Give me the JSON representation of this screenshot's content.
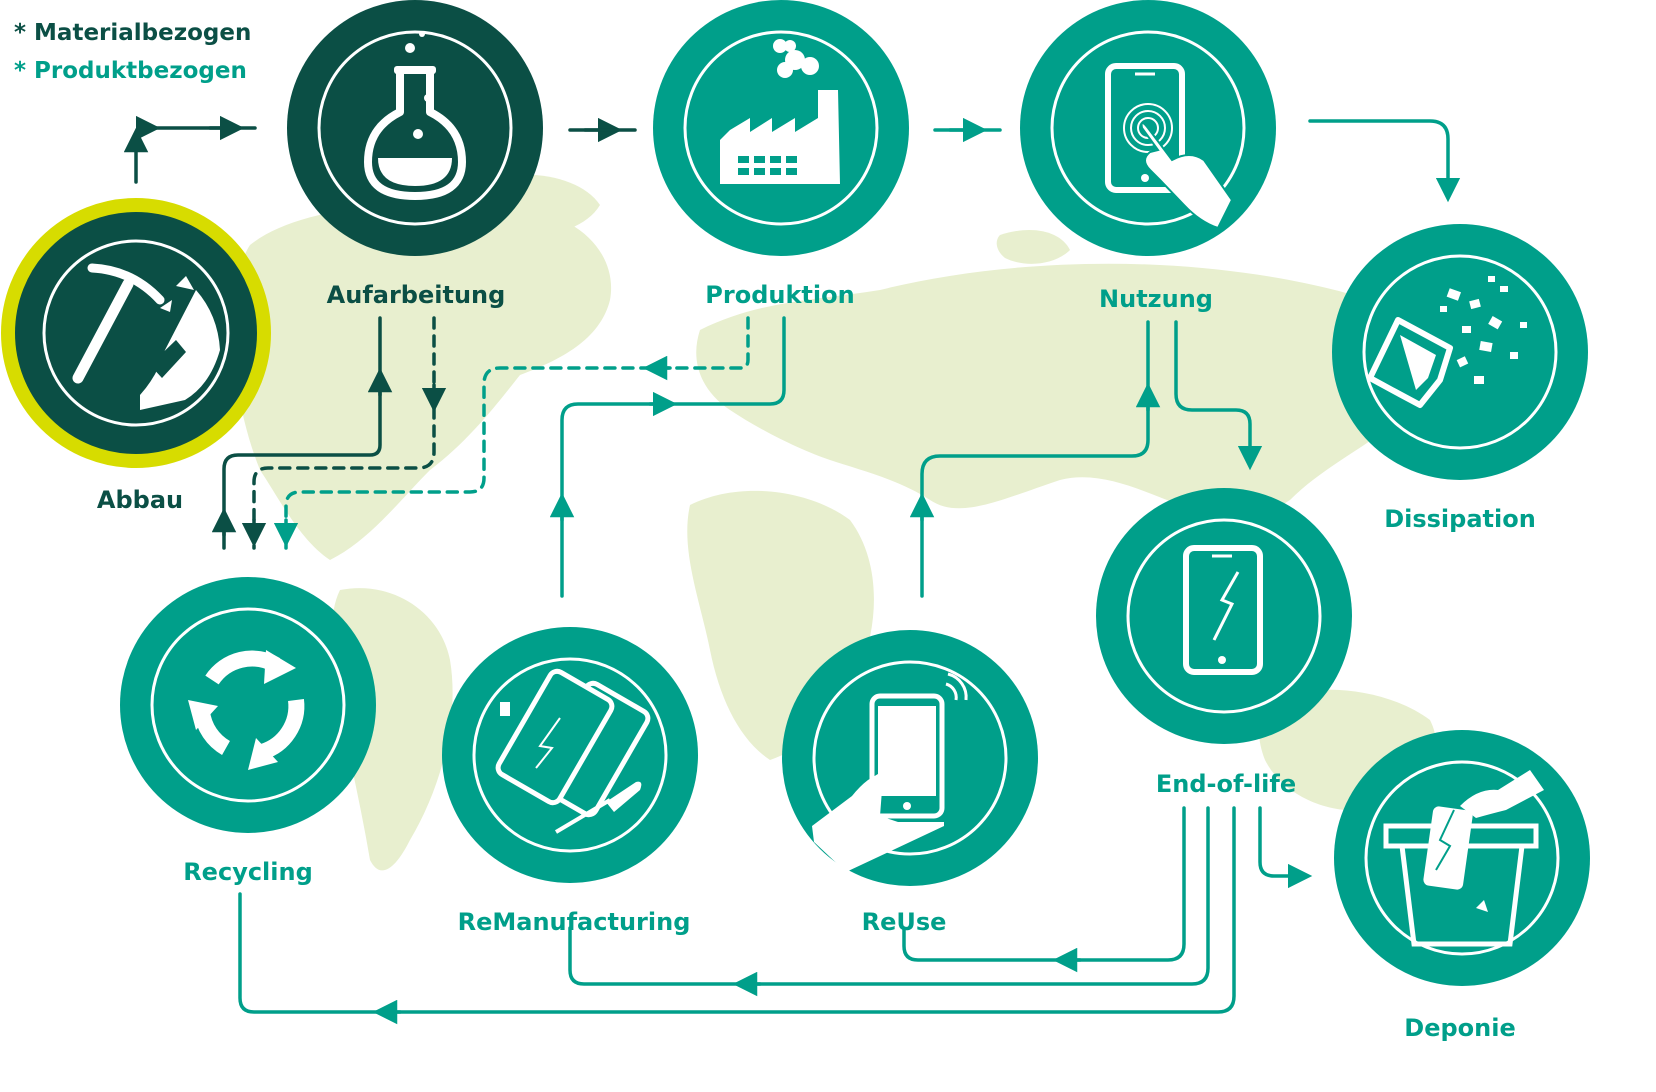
{
  "legend": {
    "material": "* Materialbezogen",
    "product": "* Produktbezogen"
  },
  "stages": {
    "abbau": "Abbau",
    "aufarbeitung": "Aufarbeitung",
    "produktion": "Produktion",
    "nutzung": "Nutzung",
    "dissipation": "Dissipation",
    "end_of_life": "End-of-life",
    "recycling": "Recycling",
    "remanufacturing": "ReManufacturing",
    "reuse": "ReUse",
    "deponie": "Deponie"
  },
  "icons": {
    "abbau": "pickaxe-icon",
    "aufarbeitung": "flask-icon",
    "produktion": "factory-icon",
    "nutzung": "touch-phone-icon",
    "dissipation": "shattered-phone-icon",
    "end_of_life": "cracked-phone-icon",
    "recycling": "recycle-icon",
    "remanufacturing": "phones-screwdriver-icon",
    "reuse": "hand-phone-icon",
    "deponie": "trash-bin-icon"
  },
  "colors": {
    "material": "#0b4f45",
    "product": "#009f8a",
    "highlight": "#d7dc00",
    "map": "#e8efcf"
  }
}
